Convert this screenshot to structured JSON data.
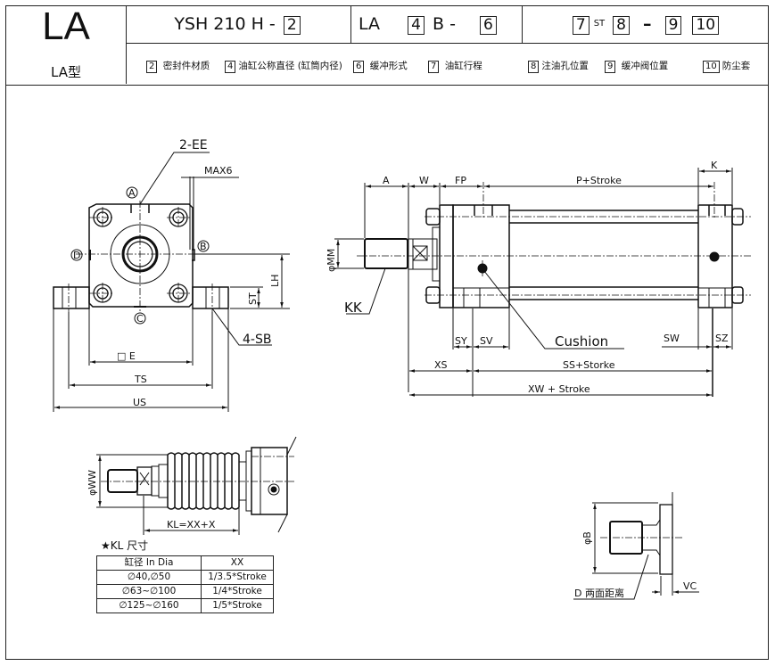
{
  "header": {
    "model_code": "LA",
    "model_name": "LA型",
    "code_part1_prefix": "YSH 210 H -",
    "code_part1_box": "2",
    "code_part2_prefix": "LA",
    "code_part2_box1": "4",
    "code_part2_mid": "B -",
    "code_part2_box2": "6",
    "code_part3_box1": "7",
    "code_part3_sup": "ST",
    "code_part3_box2": "8",
    "code_part3_dash": "–",
    "code_part3_box3": "9",
    "code_part3_box4": "10",
    "legend": [
      {
        "num": "2",
        "text": "密封件材质"
      },
      {
        "num": "4",
        "text": "油缸公称直径 (缸筒内径)"
      },
      {
        "num": "6",
        "text": "缓冲形式"
      },
      {
        "num": "7",
        "text": "油缸行程"
      },
      {
        "num": "8",
        "text": "注油孔位置"
      },
      {
        "num": "9",
        "text": "缓冲阀位置"
      },
      {
        "num": "10",
        "text": "防尘套"
      }
    ]
  },
  "front_view": {
    "labels": {
      "ports": "2-EE",
      "max": "MAX6",
      "port_a": "A",
      "port_b": "B",
      "port_c": "C",
      "port_d": "D",
      "lh": "LH",
      "st": "ST",
      "sb": "4-SB",
      "e": "□ E",
      "ts": "TS",
      "us": "US"
    }
  },
  "side_view": {
    "labels": {
      "a": "A",
      "w": "W",
      "fp": "FP",
      "p": "P+Stroke",
      "k": "K",
      "mm": "φMM",
      "kk": "KK",
      "sy": "SY",
      "sv": "SV",
      "cushion": "Cushion",
      "sw": "SW",
      "sz": "SZ",
      "xs": "XS",
      "ss": "SS+Storke",
      "xw": "XW + Stroke"
    }
  },
  "boot_view": {
    "labels": {
      "ww": "φWW",
      "kl": "KL=XX+X"
    }
  },
  "kl_table": {
    "title": "★KL 尺寸",
    "headers": [
      "缸径 In Dia",
      "XX"
    ],
    "rows": [
      [
        "∅40,∅50",
        "1/3.5*Stroke"
      ],
      [
        "∅63~∅100",
        "1/4*Stroke"
      ],
      [
        "∅125~∅160",
        "1/5*Stroke"
      ]
    ]
  },
  "rod_end_view": {
    "labels": {
      "b": "φB",
      "d": "D 两面距离",
      "vc": "VC"
    }
  }
}
